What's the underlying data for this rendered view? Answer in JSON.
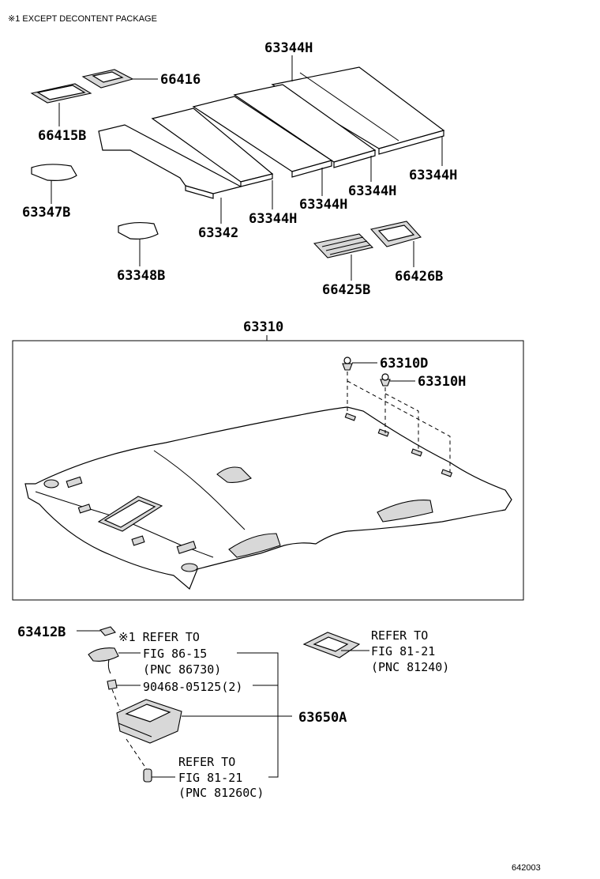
{
  "header_note": "※1 EXCEPT DECONTENT PACKAGE",
  "footer_code": "642003",
  "labels": {
    "p63344H_top": "63344H",
    "p66416": "66416",
    "p66415B": "66415B",
    "p63344H_right": "63344H",
    "p63344H_mid1": "63344H",
    "p63344H_mid2": "63344H",
    "p63344H_left": "63344H",
    "p63347B": "63347B",
    "p63342": "63342",
    "p63348B": "63348B",
    "p66425B": "66425B",
    "p66426B": "66426B",
    "p63310": "63310",
    "p63310D": "63310D",
    "p63310H": "63310H",
    "p63412B": "63412B",
    "p63650A": "63650A",
    "p90468": "90468-05125(2)"
  },
  "refs": {
    "ref1_l1": "※1 REFER TO",
    "ref1_l2": "FIG 86-15",
    "ref1_l3": "(PNC 86730)",
    "ref2_l1": "REFER TO",
    "ref2_l2": "FIG 81-21",
    "ref2_l3": "(PNC 81240)",
    "ref3_l1": "REFER TO",
    "ref3_l2": "FIG 81-21",
    "ref3_l3": "(PNC 81260C)"
  }
}
